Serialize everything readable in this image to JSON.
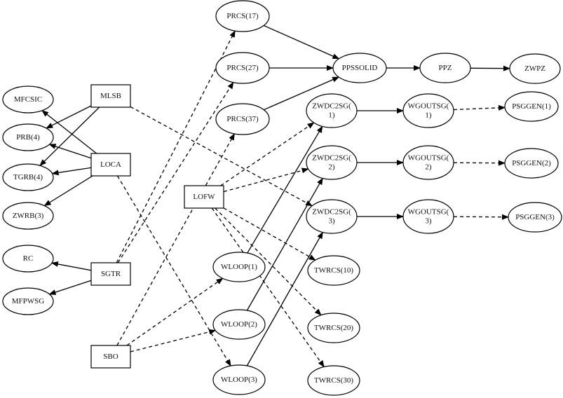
{
  "nodes": [
    {
      "id": "MFCSIC",
      "lines": [
        "MFCSIC"
      ],
      "shape": "ellipse"
    },
    {
      "id": "PRB4",
      "lines": [
        "PRB(4)"
      ],
      "shape": "ellipse"
    },
    {
      "id": "TGRB4",
      "lines": [
        "TGRB(4)"
      ],
      "shape": "ellipse"
    },
    {
      "id": "ZWRB3",
      "lines": [
        "ZWRB(3)"
      ],
      "shape": "ellipse"
    },
    {
      "id": "RC",
      "lines": [
        "RC"
      ],
      "shape": "ellipse"
    },
    {
      "id": "MFPWSG",
      "lines": [
        "MFPWSG"
      ],
      "shape": "ellipse"
    },
    {
      "id": "MLSB",
      "lines": [
        "MLSB"
      ],
      "shape": "rect"
    },
    {
      "id": "LOCA",
      "lines": [
        "LOCA"
      ],
      "shape": "rect"
    },
    {
      "id": "SGTR",
      "lines": [
        "SGTR"
      ],
      "shape": "rect"
    },
    {
      "id": "SBO",
      "lines": [
        "SBO"
      ],
      "shape": "rect"
    },
    {
      "id": "LOFW",
      "lines": [
        "LOFW"
      ],
      "shape": "rect"
    },
    {
      "id": "PRCS17",
      "lines": [
        "PRCS(17)"
      ],
      "shape": "ellipse"
    },
    {
      "id": "PRCS27",
      "lines": [
        "PRCS(27)"
      ],
      "shape": "ellipse"
    },
    {
      "id": "PRCS37",
      "lines": [
        "PRCS(37)"
      ],
      "shape": "ellipse"
    },
    {
      "id": "PPSSOLID",
      "lines": [
        "PPSSOLID"
      ],
      "shape": "ellipse"
    },
    {
      "id": "PPZ",
      "lines": [
        "PPZ"
      ],
      "shape": "ellipse"
    },
    {
      "id": "ZWPZ",
      "lines": [
        "ZWPZ"
      ],
      "shape": "ellipse"
    },
    {
      "id": "ZWDC2SG1",
      "lines": [
        "ZWDC2SG(",
        "1)"
      ],
      "shape": "ellipse"
    },
    {
      "id": "ZWDC2SG2",
      "lines": [
        "ZWDC2SG(",
        "2)"
      ],
      "shape": "ellipse"
    },
    {
      "id": "ZWDC2SG3",
      "lines": [
        "ZWDC2SG(",
        "3)"
      ],
      "shape": "ellipse"
    },
    {
      "id": "WGOUTSG1",
      "lines": [
        "WGOUTSG(",
        "1)"
      ],
      "shape": "ellipse"
    },
    {
      "id": "WGOUTSG2",
      "lines": [
        "WGOUTSG(",
        "2)"
      ],
      "shape": "ellipse"
    },
    {
      "id": "WGOUTSG3",
      "lines": [
        "WGOUTSG(",
        "3)"
      ],
      "shape": "ellipse"
    },
    {
      "id": "PSGGEN1",
      "lines": [
        "PSGGEN(1)"
      ],
      "shape": "ellipse"
    },
    {
      "id": "PSGGEN2",
      "lines": [
        "PSGGEN(2)"
      ],
      "shape": "ellipse"
    },
    {
      "id": "PSGGEN3",
      "lines": [
        "PSGGEN(3)"
      ],
      "shape": "ellipse"
    },
    {
      "id": "WLOOP1",
      "lines": [
        "WLOOP(1)"
      ],
      "shape": "ellipse"
    },
    {
      "id": "WLOOP2",
      "lines": [
        "WLOOP(2)"
      ],
      "shape": "ellipse"
    },
    {
      "id": "WLOOP3",
      "lines": [
        "WLOOP(3)"
      ],
      "shape": "ellipse"
    },
    {
      "id": "TWRCS10",
      "lines": [
        "TWRCS(10)"
      ],
      "shape": "ellipse"
    },
    {
      "id": "TWRCS20",
      "lines": [
        "TWRCS(20)"
      ],
      "shape": "ellipse"
    },
    {
      "id": "TWRCS30",
      "lines": [
        "TWRCS(30)"
      ],
      "shape": "ellipse"
    }
  ],
  "edges": [
    {
      "from": "MLSB",
      "to": "PRB4",
      "style": "solid"
    },
    {
      "from": "MLSB",
      "to": "TGRB4",
      "style": "solid"
    },
    {
      "from": "LOCA",
      "to": "MFCSIC",
      "style": "solid"
    },
    {
      "from": "LOCA",
      "to": "PRB4",
      "style": "solid"
    },
    {
      "from": "LOCA",
      "to": "TGRB4",
      "style": "solid"
    },
    {
      "from": "LOCA",
      "to": "ZWRB3",
      "style": "solid"
    },
    {
      "from": "SGTR",
      "to": "RC",
      "style": "solid"
    },
    {
      "from": "SGTR",
      "to": "MFPWSG",
      "style": "solid"
    },
    {
      "from": "MLSB",
      "to": "ZWDC2SG3",
      "style": "dashed"
    },
    {
      "from": "LOCA",
      "to": "WLOOP3",
      "style": "dashed"
    },
    {
      "from": "SGTR",
      "to": "PRCS17",
      "style": "dashed"
    },
    {
      "from": "SGTR",
      "to": "PRCS27",
      "style": "dashed"
    },
    {
      "from": "SBO",
      "to": "PRCS37",
      "style": "dashed"
    },
    {
      "from": "SBO",
      "to": "WLOOP1",
      "style": "dashed"
    },
    {
      "from": "SBO",
      "to": "WLOOP2",
      "style": "dashed"
    },
    {
      "from": "LOFW",
      "to": "ZWDC2SG1",
      "style": "dashed"
    },
    {
      "from": "LOFW",
      "to": "ZWDC2SG2",
      "style": "dashed"
    },
    {
      "from": "LOFW",
      "to": "TWRCS10",
      "style": "dashed"
    },
    {
      "from": "LOFW",
      "to": "TWRCS20",
      "style": "dashed"
    },
    {
      "from": "LOFW",
      "to": "TWRCS30",
      "style": "dashed"
    },
    {
      "from": "PRCS17",
      "to": "PPSSOLID",
      "style": "solid"
    },
    {
      "from": "PRCS27",
      "to": "PPSSOLID",
      "style": "solid"
    },
    {
      "from": "PRCS37",
      "to": "PPSSOLID",
      "style": "solid"
    },
    {
      "from": "PPSSOLID",
      "to": "PPZ",
      "style": "solid"
    },
    {
      "from": "PPZ",
      "to": "ZWPZ",
      "style": "solid"
    },
    {
      "from": "WLOOP1",
      "to": "ZWDC2SG1",
      "style": "solid"
    },
    {
      "from": "WLOOP2",
      "to": "ZWDC2SG2",
      "style": "solid"
    },
    {
      "from": "WLOOP3",
      "to": "ZWDC2SG3",
      "style": "solid"
    },
    {
      "from": "ZWDC2SG1",
      "to": "WGOUTSG1",
      "style": "solid"
    },
    {
      "from": "ZWDC2SG2",
      "to": "WGOUTSG2",
      "style": "solid"
    },
    {
      "from": "ZWDC2SG3",
      "to": "WGOUTSG3",
      "style": "solid"
    },
    {
      "from": "WGOUTSG1",
      "to": "PSGGEN1",
      "style": "dashed"
    },
    {
      "from": "WGOUTSG2",
      "to": "PSGGEN2",
      "style": "dashed"
    },
    {
      "from": "WGOUTSG3",
      "to": "PSGGEN3",
      "style": "dashed"
    }
  ]
}
